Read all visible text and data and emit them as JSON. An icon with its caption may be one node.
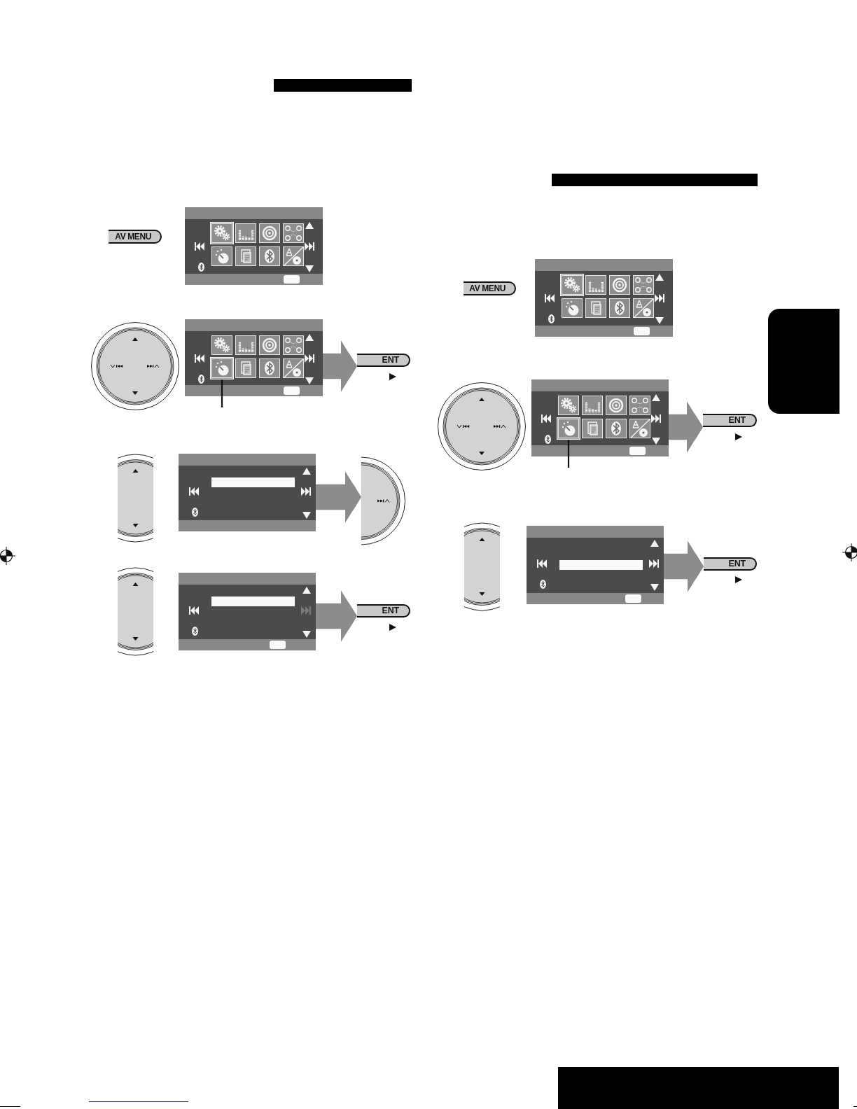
{
  "diagram": {
    "nodes": [
      {
        "text": [],
        "shape": "bar"
      },
      {
        "text": [
          "AV MENU"
        ]
      },
      {
        "text": [],
        "shape": "picture"
      },
      {
        "text": [],
        "shape": "picture"
      },
      {
        "text": [],
        "shape": "picture",
        "in": 3
      },
      {
        "text": [
          "ENT"
        ]
      },
      {
        "text": [],
        "shape": "picture"
      },
      {
        "text": [],
        "shape": "picture"
      },
      {
        "text": [],
        "shape": "picture"
      },
      {
        "text": [
          "ENT"
        ]
      },
      {
        "text": [],
        "shape": "bar"
      },
      {
        "text": [
          "AV MENU"
        ]
      },
      {
        "text": [],
        "shape": "picture"
      },
      {
        "text": [],
        "shape": "picture"
      },
      {
        "text": [],
        "shape": "picture",
        "in": 13
      },
      {
        "text": [
          "ENT"
        ]
      },
      {
        "text": [],
        "shape": "picture"
      },
      {
        "text": [
          "ENT"
        ]
      },
      {
        "text": [],
        "shape": "box"
      }
    ],
    "edges": [
      {
        "from": 3,
        "to": 5,
        "arrow": "to"
      },
      {
        "from": null,
        "to": 4,
        "arrow": "none",
        "color": "#111111"
      },
      {
        "from": 6,
        "to": 7,
        "arrow": "to"
      },
      {
        "from": 8,
        "to": 9,
        "arrow": "to"
      },
      {
        "from": 13,
        "to": 15,
        "arrow": "to"
      },
      {
        "from": null,
        "to": 14,
        "arrow": "none",
        "color": "#111111"
      },
      {
        "from": 16,
        "to": 17,
        "arrow": "to"
      }
    ]
  }
}
